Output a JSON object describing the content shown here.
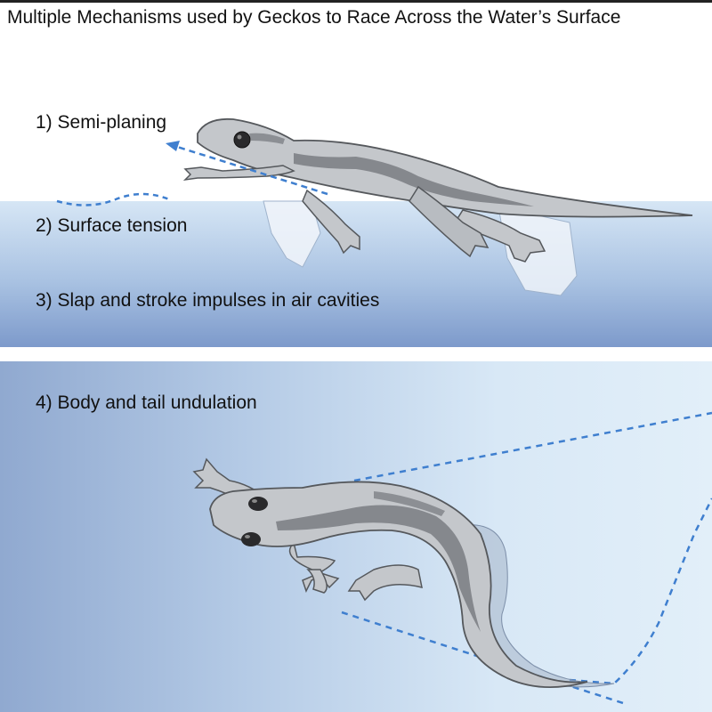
{
  "title": "Multiple Mechanisms used by Geckos to Race Across the Water’s Surface",
  "mechanisms": [
    {
      "label": "1) Semi-planing"
    },
    {
      "label": "2) Surface tension"
    },
    {
      "label": "3) Slap and stroke impulses in air cavities"
    },
    {
      "label": "4) Body and tail undulation"
    }
  ],
  "colors": {
    "dashed_line": "#3f7fcf",
    "gecko_body": "#c4c7cb",
    "gecko_stripe": "#7e8186",
    "gecko_outline": "#55585c",
    "air_cavity": "#e9eff7"
  }
}
